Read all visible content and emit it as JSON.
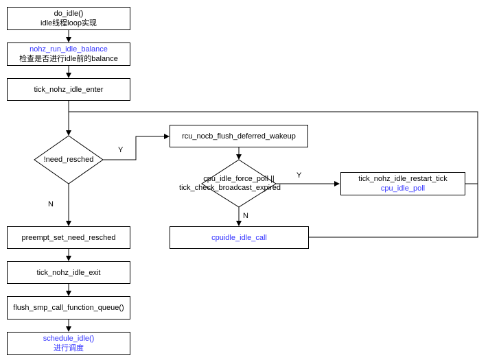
{
  "boxes": {
    "do_idle": {
      "line1": "do_idle()",
      "line2": "idle线程loop实现"
    },
    "nohz_balance": {
      "line1": "nohz_run_idle_balance",
      "line2": "检查是否进行idle前的balance"
    },
    "tick_enter": {
      "line1": "tick_nohz_idle_enter"
    },
    "need_resched": {
      "label": "!need_resched"
    },
    "rcu_flush": {
      "line1": "rcu_nocb_flush_deferred_wakeup"
    },
    "cpu_poll_check": {
      "line1": "cpu_idle_force_poll ||",
      "line2": "tick_check_broadcast_expired"
    },
    "restart_tick": {
      "line1": "tick_nohz_idle_restart_tick",
      "line2": "cpu_idle_poll"
    },
    "cpuidle_call": {
      "line1": "cpuidle_idle_call"
    },
    "preempt": {
      "line1": "preempt_set_need_resched"
    },
    "tick_exit": {
      "line1": "tick_nohz_idle_exit"
    },
    "flush_smp": {
      "line1": "flush_smp_call_function_queue()"
    },
    "schedule_idle": {
      "line1": "schedule_idle()",
      "line2": "进行调度"
    }
  },
  "edge_labels": {
    "need_resched_yes": "Y",
    "need_resched_no": "N",
    "poll_yes": "Y",
    "poll_no": "N"
  },
  "colors": {
    "link": "#3333ff",
    "line": "#000000"
  }
}
